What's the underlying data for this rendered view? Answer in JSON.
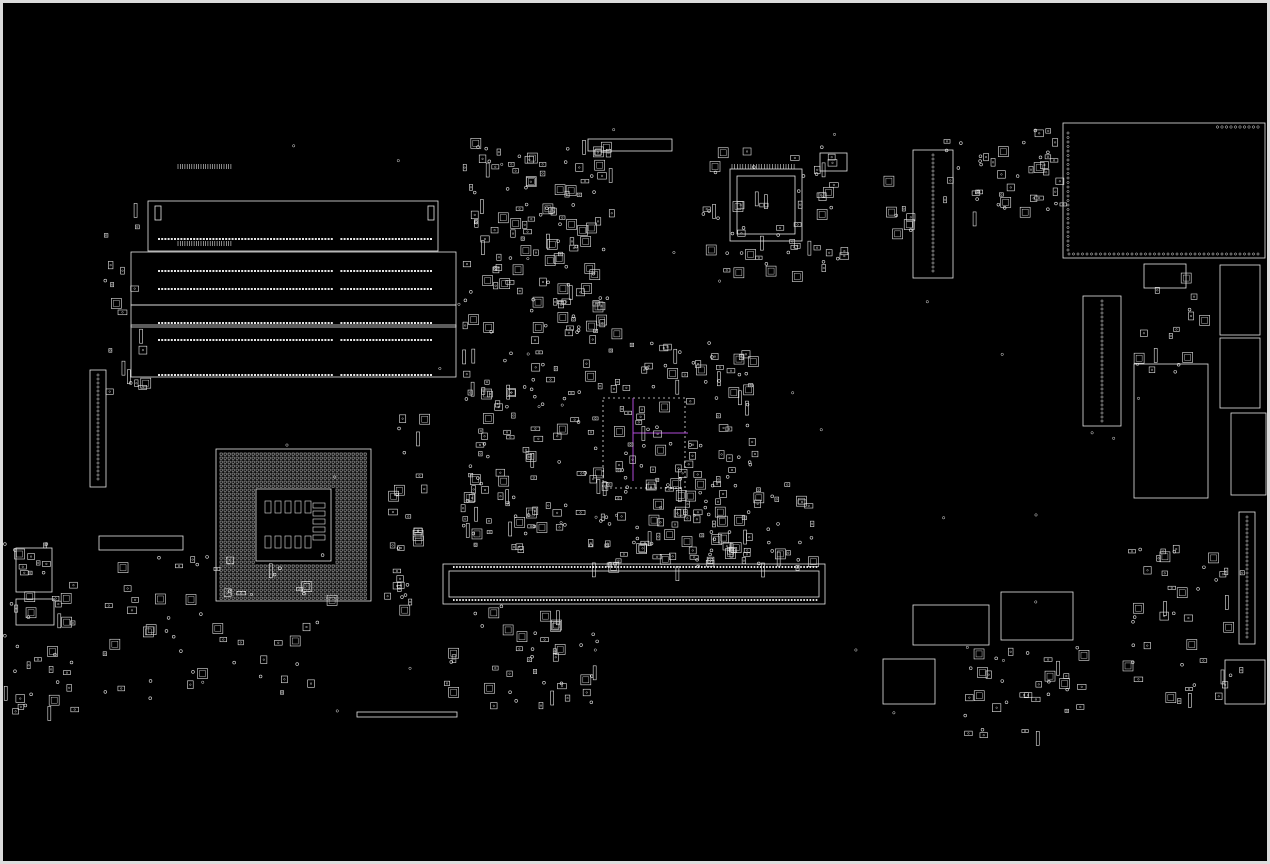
{
  "viewer": {
    "background_color": "#000000",
    "frame_color": "#dcdcdc",
    "outline_color": "#e6e6e6",
    "highlight_color": "#b04ad8"
  },
  "board": {
    "components": [
      {
        "name": "dimm-slot-1"
      },
      {
        "name": "dimm-slot-2"
      },
      {
        "name": "dimm-slot-3"
      },
      {
        "name": "dimm-slot-4"
      },
      {
        "name": "cpu-socket"
      },
      {
        "name": "chipset-bga"
      },
      {
        "name": "qfp-controller"
      },
      {
        "name": "pcie-slot"
      },
      {
        "name": "io-shield-block"
      },
      {
        "name": "sata-connector-1"
      },
      {
        "name": "sata-connector-2"
      },
      {
        "name": "sata-connector-3"
      },
      {
        "name": "audio-jack-block"
      },
      {
        "name": "usb-header-1"
      },
      {
        "name": "usb-header-2"
      },
      {
        "name": "power-connector"
      }
    ]
  }
}
